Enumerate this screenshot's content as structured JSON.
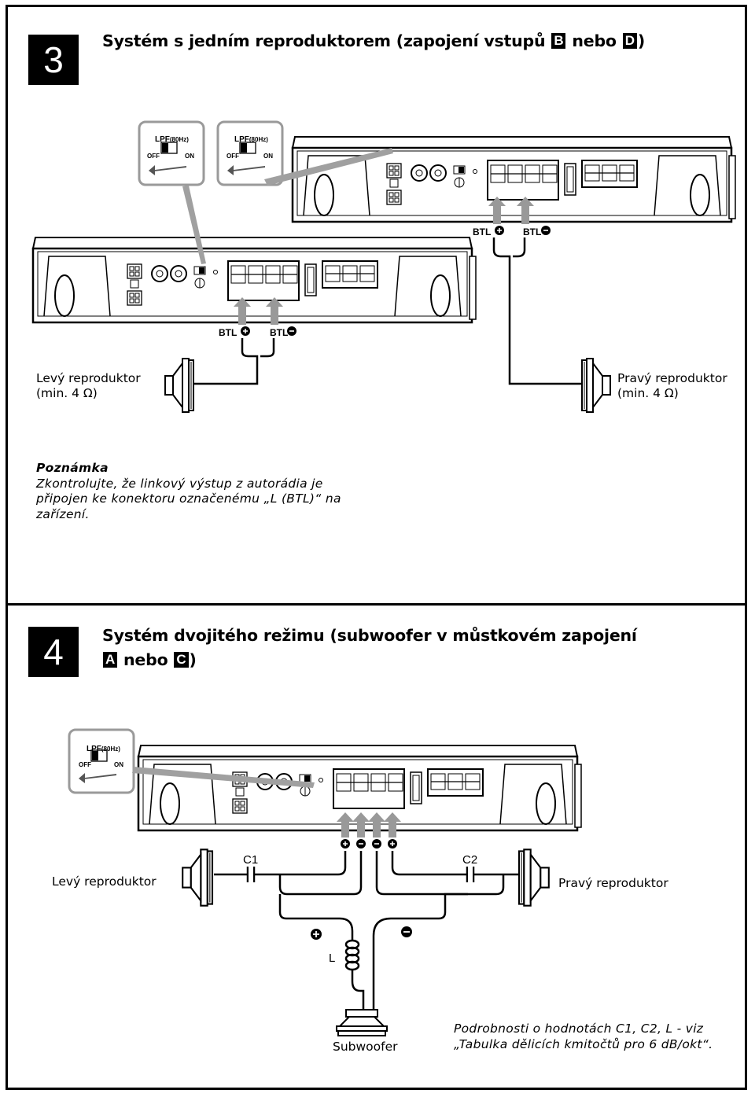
{
  "section3": {
    "number": "3",
    "title_before": "Systém s jedním reproduktorem (zapojení vstupů",
    "key1": "B",
    "title_mid": "nebo",
    "key2": "D",
    "title_after": ")",
    "lpf_label": "LPF",
    "lpf_freq": "(80Hz)",
    "off_label": "OFF",
    "on_label": "ON",
    "btl_plus": "BTL",
    "btl_minus": "BTL",
    "left_speaker_line1": "Levý reproduktor",
    "left_speaker_line2": "(min. 4 Ω)",
    "right_speaker_line1": "Pravý reproduktor",
    "right_speaker_line2": "(min. 4 Ω)",
    "note_heading": "Poznámka",
    "note_line1": "Zkontrolujte, že linkový výstup z autorádia je",
    "note_line2": "připojen ke konektoru označenému „L (BTL)“ na",
    "note_line3": "zařízení."
  },
  "section4": {
    "number": "4",
    "title_line1": "Systém dvojitého režimu (subwoofer v můstkovém zapojení",
    "key1": "A",
    "title_mid": "nebo",
    "key2": "C",
    "title_after": ")",
    "lpf_label": "LPF",
    "lpf_freq": "(80Hz)",
    "off_label": "OFF",
    "on_label": "ON",
    "c1": "C1",
    "c2": "C2",
    "inductor": "L",
    "left_speaker": "Levý reproduktor",
    "right_speaker": "Pravý reproduktor",
    "subwoofer": "Subwoofer",
    "footnote_line1": "Podrobnosti o hodnotách C1, C2, L - viz",
    "footnote_line2": "„Tabulka dělicích kmitočtů pro 6 dB/okt“."
  }
}
